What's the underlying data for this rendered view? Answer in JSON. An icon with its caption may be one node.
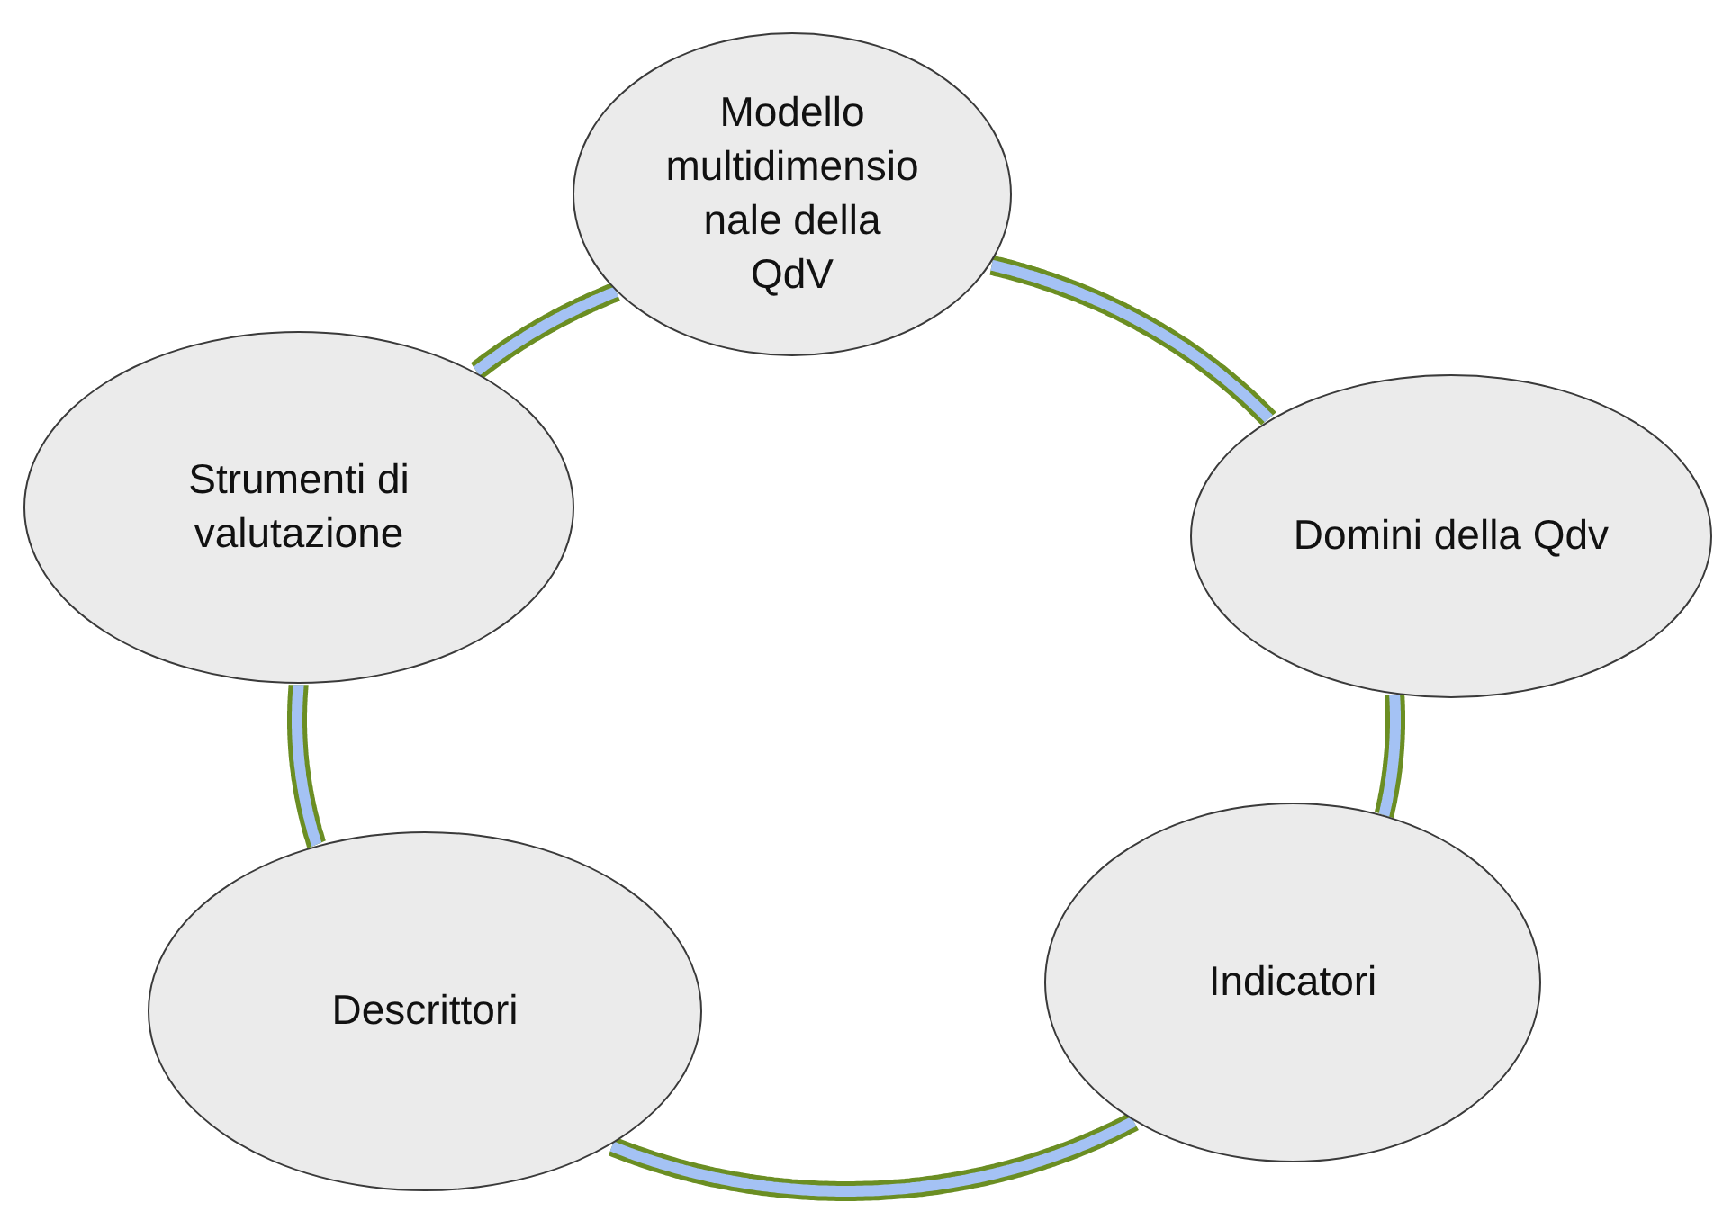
{
  "diagram": {
    "nodes": [
      {
        "text": [
          "Modello multidimensionale della QdV"
        ]
      },
      {
        "text": [
          "Domini della Qdv"
        ]
      },
      {
        "text": [
          "Indicatori"
        ]
      },
      {
        "text": [
          "Descrittori"
        ]
      },
      {
        "text": [
          "Strumenti di valutazione"
        ]
      }
    ],
    "edges": [
      {
        "from": 0,
        "to": 1,
        "arrow": "none"
      },
      {
        "from": 1,
        "to": 2,
        "arrow": "none"
      },
      {
        "from": 2,
        "to": 3,
        "arrow": "none"
      },
      {
        "from": 3,
        "to": 4,
        "arrow": "none"
      },
      {
        "from": 4,
        "to": 0,
        "arrow": "none"
      }
    ]
  }
}
